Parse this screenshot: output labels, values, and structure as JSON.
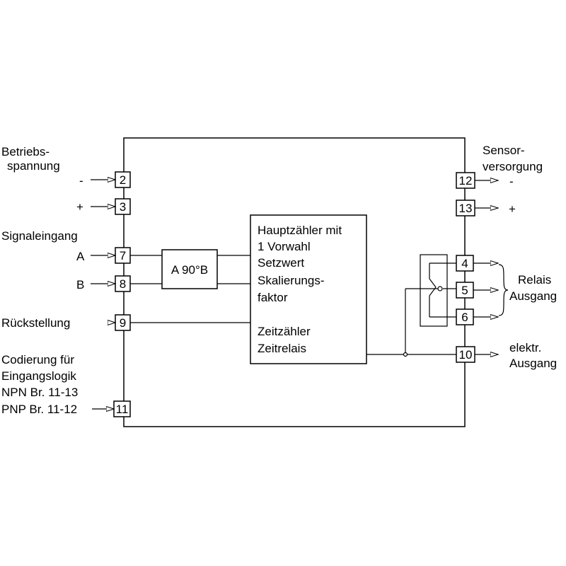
{
  "left_labels": {
    "supply_line1": "Betriebs-",
    "supply_line2": "spannung",
    "minus": "-",
    "plus": "+",
    "signal_input": "Signaleingang",
    "a": "A",
    "b": "B",
    "reset": "Rückstellung",
    "coding_line1": "Codierung für",
    "coding_line2": "Eingangslogik",
    "coding_line3": "NPN Br. 11-13",
    "coding_line4": "PNP Br. 11-12"
  },
  "right_labels": {
    "sensor_line1": "Sensor-",
    "sensor_line2": "versorgung",
    "minus": "-",
    "plus": "+",
    "relay_line1": "Relais",
    "relay_line2": "Ausgang",
    "elec_line1": "elektr.",
    "elec_line2": "Ausgang"
  },
  "terminals": {
    "t2": "2",
    "t3": "3",
    "t7": "7",
    "t8": "8",
    "t9": "9",
    "t11": "11",
    "t12": "12",
    "t13": "13",
    "t4": "4",
    "t5": "5",
    "t6": "6",
    "t10": "10"
  },
  "phase_block": "A 90°B",
  "counter_block": {
    "line1": "Hauptzähler mit",
    "line2": "1 Vorwahl",
    "line3": "Setzwert",
    "line4": "Skalierungs-",
    "line5": "faktor",
    "line6": "Zeitzähler",
    "line7": "Zeitrelais"
  }
}
